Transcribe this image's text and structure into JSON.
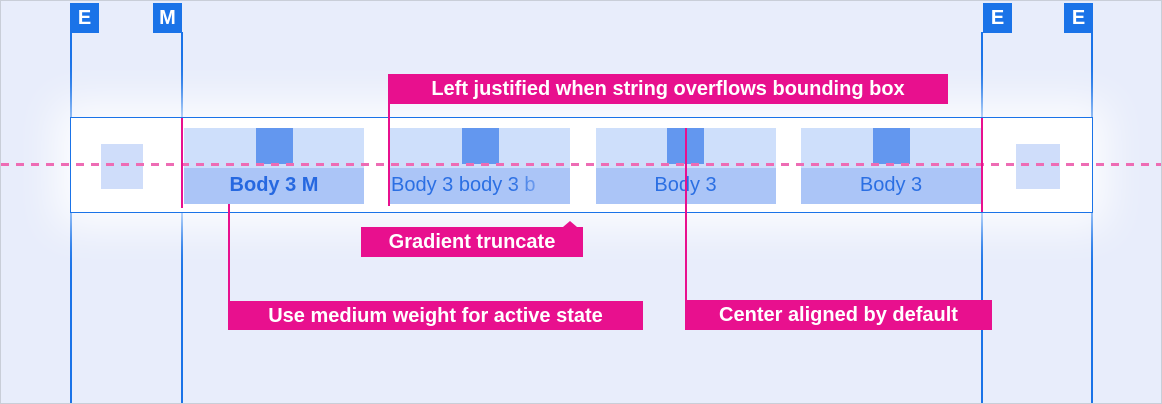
{
  "badges": [
    {
      "label": "E"
    },
    {
      "label": "M"
    },
    {
      "label": "E"
    },
    {
      "label": "E"
    }
  ],
  "tabs": [
    {
      "label": "Body 3 M",
      "state": "active"
    },
    {
      "label": "Body 3 body 3 b",
      "truncation": "gradient"
    },
    {
      "label": "Body 3"
    },
    {
      "label": "Body 3"
    }
  ],
  "annotations": {
    "left_justified": {
      "text": "Left justified when string overflows bounding box"
    },
    "gradient_truncate": {
      "text": "Gradient truncate"
    },
    "medium_weight": {
      "text": "Use medium weight for active state"
    },
    "center_aligned": {
      "text": "Center aligned by default"
    }
  },
  "colors": {
    "accent_blue": "#1a73e8",
    "callout_magenta": "#e8108e",
    "dashed_guide_pink": "#ee6cb4",
    "background": "#e8edfb",
    "tab_icon_row": "#cedffb",
    "tab_text_row": "#abc5f7",
    "icon_square": "#6397ef",
    "side_square": "#cfddfa",
    "tab_text": "#2b6fe3"
  }
}
